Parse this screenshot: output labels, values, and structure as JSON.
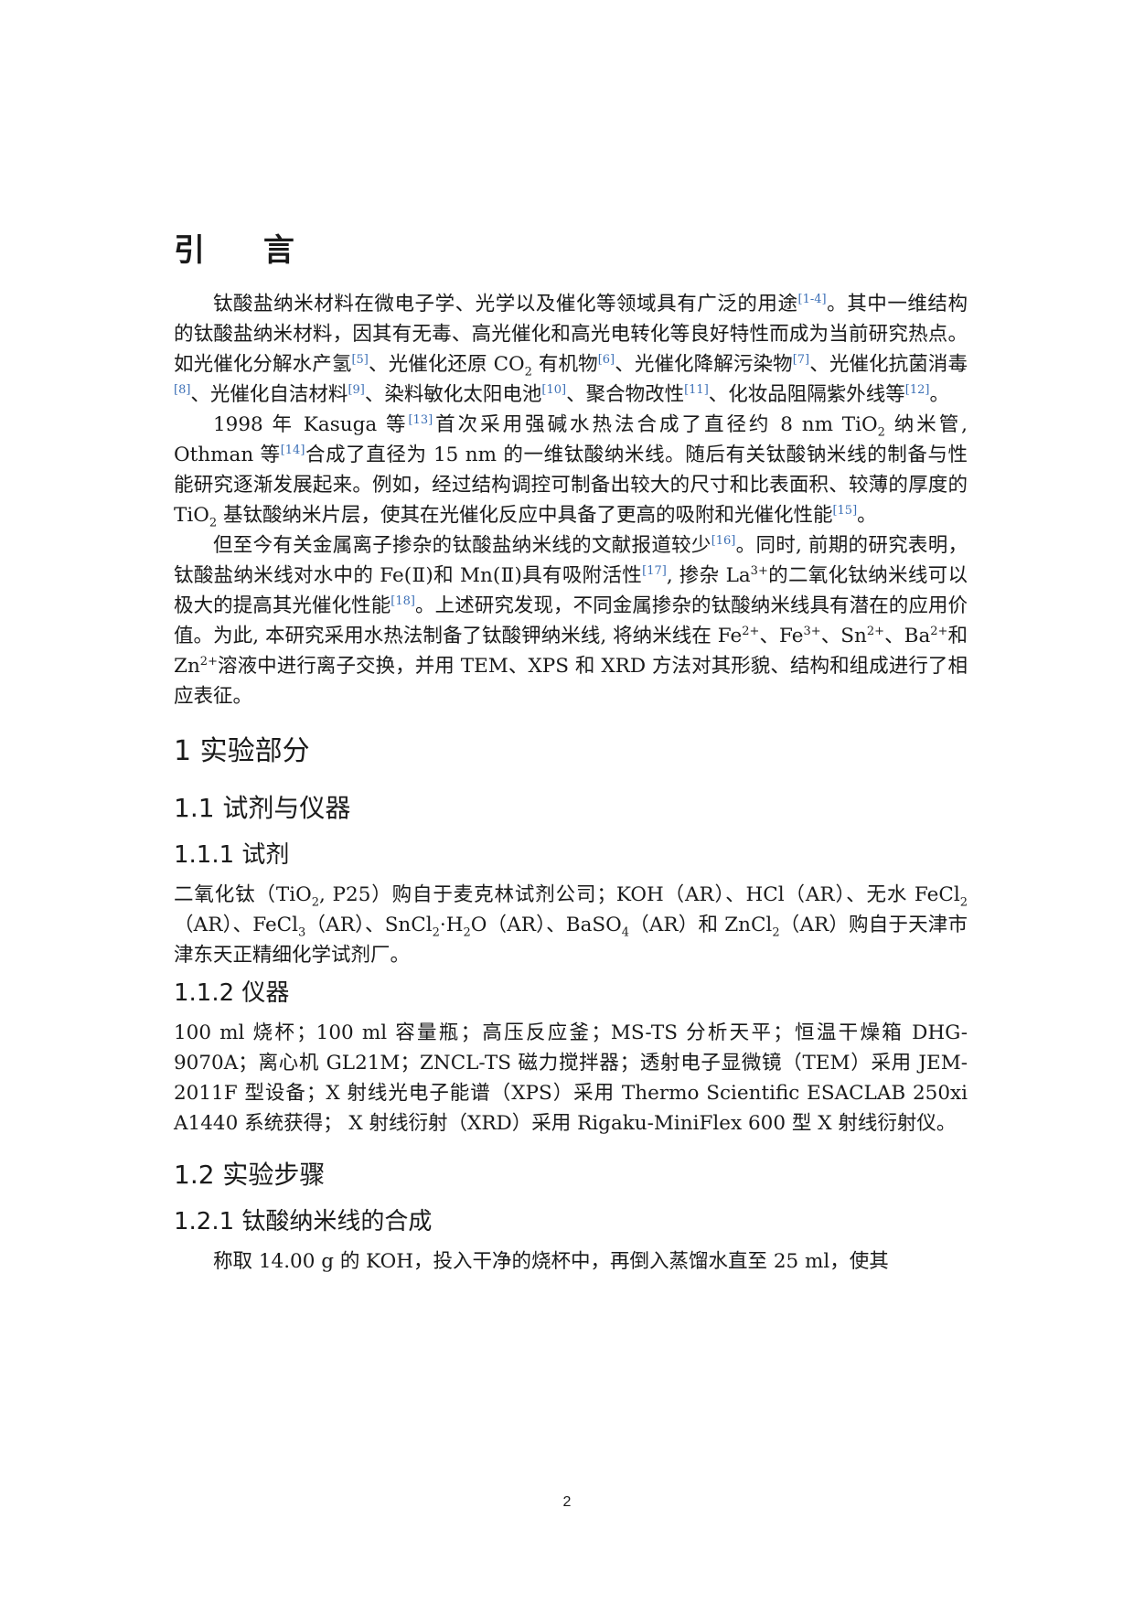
{
  "heading_intro": "引  言",
  "intro": {
    "p1_a": "钛酸盐纳米材料在微电子学、光学以及催化等领域具有广泛的用途",
    "p1_c1": "[1-4]",
    "p1_b": "。其中一维结构的钛酸盐纳米材料，因其有无毒、高光催化和高光电转化等良好特性而成为当前研究热点。如光催化分解水产氢",
    "p1_c2": "[5]",
    "p1_c": "、光催化还原 CO",
    "p1_sub1": "2",
    "p1_d": " 有机物",
    "p1_c3": "[6]",
    "p1_e": "、光催化降解污染物",
    "p1_c4": "[7]",
    "p1_f": "、光催化抗菌消毒",
    "p1_c5": "[8]",
    "p1_g": "、光催化自洁材料",
    "p1_c6": "[9]",
    "p1_h": "、染料敏化太阳电池",
    "p1_c7": "[10]",
    "p1_i": "、聚合物改性",
    "p1_c8": "[11]",
    "p1_j": "、化妆品阻隔紫外线等",
    "p1_c9": "[12]",
    "p1_k": "。",
    "p2_a": "1998 年 Kasuga 等",
    "p2_c1": "[13]",
    "p2_b": "首次采用强碱水热法合成了直径约 8 nm TiO",
    "p2_sub1": "2",
    "p2_c": " 纳米管, Othman 等",
    "p2_c2": "[14]",
    "p2_d": "合成了直径为 15 nm 的一维钛酸纳米线。随后有关钛酸钠米线的制备与性能研究逐渐发展起来。例如，经过结构调控可制备出较大的尺寸和比表面积、较薄的厚度的 TiO",
    "p2_sub2": "2",
    "p2_e": " 基钛酸纳米片层，使其在光催化反应中具备了更高的吸附和光催化性能",
    "p2_c3": "[15]",
    "p2_f": "。",
    "p3_a": "但至今有关金属离子掺杂的钛酸盐纳米线的文献报道较少",
    "p3_c1": "[16]",
    "p3_b": "。同时, 前期的研究表明，钛酸盐纳米线对水中的 Fe(Ⅱ)和 Mn(Ⅱ)具有吸附活性",
    "p3_c2": "[17]",
    "p3_c": ", 掺杂 La",
    "p3_sup1": "3+",
    "p3_d": "的二氧化钛纳米线可以极大的提高其光催化性能",
    "p3_c3": "[18]",
    "p3_e": "。上述研究发现，不同金属掺杂的钛酸纳米线具有潜在的应用价值。为此, 本研究采用水热法制备了钛酸钾纳米线, 将纳米线在 Fe",
    "p3_sup2": "2+",
    "p3_f": "、Fe",
    "p3_sup3": "3+",
    "p3_g": "、Sn",
    "p3_sup4": "2+",
    "p3_h": "、Ba",
    "p3_sup5": "2+",
    "p3_i": "和 Zn",
    "p3_sup6": "2+",
    "p3_j": "溶液中进行离子交换，并用 TEM、XPS 和 XRD 方法对其形貌、结构和组成进行了相应表征。"
  },
  "h1_experiment": "1 实验部分",
  "h2_reagents_instruments": "1.1 试剂与仪器",
  "h3_reagents": "1.1.1 试剂",
  "reagents": {
    "a": "二氧化钛（TiO",
    "sub1": "2",
    "b": ", P25）购自于麦克林试剂公司；KOH（AR）、HCl（AR）、无水 FeCl",
    "sub2": "2",
    "c": "（AR）、FeCl",
    "sub3": "3",
    "d": "（AR）、SnCl",
    "sub4": "2",
    "e": "·H",
    "sub5": "2",
    "f": "O（AR）、BaSO",
    "sub6": "4",
    "g": "（AR）和 ZnCl",
    "sub7": "2",
    "h": "（AR）购自于天津市津东天正精细化学试剂厂。"
  },
  "h3_instruments": "1.1.2 仪器",
  "instruments": "100 ml 烧杯；100 ml 容量瓶；高压反应釜；MS-TS 分析天平；恒温干燥箱 DHG-9070A；离心机 GL21M；ZNCL-TS 磁力搅拌器；透射电子显微镜（TEM）采用 JEM-2011F 型设备；X 射线光电子能谱（XPS）采用 Thermo Scientific ESACLAB 250xi A1440 系统获得； X 射线衍射（XRD）采用 Rigaku-MiniFlex 600 型 X 射线衍射仪。",
  "h2_steps": "1.2 实验步骤",
  "h3_synthesis": "1.2.1 钛酸纳米线的合成",
  "synthesis": "称取 14.00 g 的 KOH，投入干净的烧杯中，再倒入蒸馏水直至 25 ml，使其",
  "page_number": "2"
}
